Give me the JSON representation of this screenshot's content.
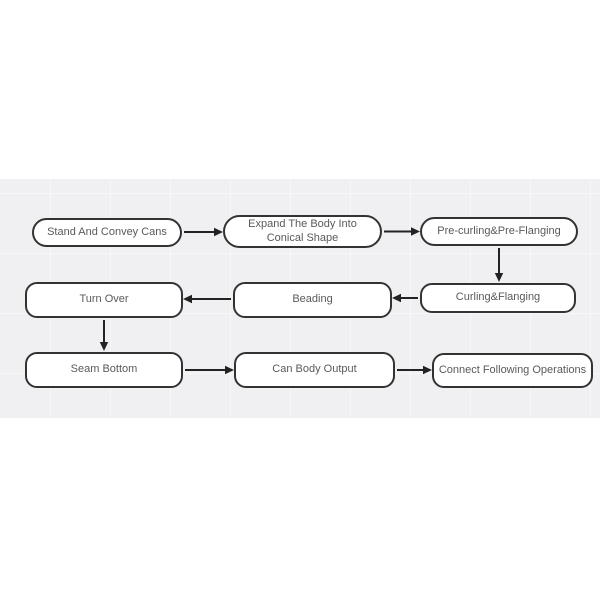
{
  "diagram": {
    "type": "flowchart",
    "nodes": [
      {
        "id": "stand",
        "label": "Stand And Convey Cans",
        "shape": "pill"
      },
      {
        "id": "expand",
        "label": "Expand The Body Into Conical Shape",
        "shape": "pill"
      },
      {
        "id": "precurl",
        "label": "Pre-curling&Pre-Flanging",
        "shape": "pill"
      },
      {
        "id": "turnover",
        "label": "Turn Over",
        "shape": "rounded-rect"
      },
      {
        "id": "beading",
        "label": "Beading",
        "shape": "rounded-rect"
      },
      {
        "id": "curlflange",
        "label": "Curling&Flanging",
        "shape": "rounded-rect"
      },
      {
        "id": "seam",
        "label": "Seam Bottom",
        "shape": "rounded-rect"
      },
      {
        "id": "canbody",
        "label": "Can Body Output",
        "shape": "rounded-rect"
      },
      {
        "id": "connect",
        "label": "Connect Following Operations",
        "shape": "rounded-rect"
      }
    ],
    "edges": [
      {
        "from": "Stand And Convey Cans",
        "to": "Expand The Body Into Conical Shape"
      },
      {
        "from": "Expand The Body Into Conical Shape",
        "to": "Pre-curling&Pre-Flanging"
      },
      {
        "from": "Pre-curling&Pre-Flanging",
        "to": "Curling&Flanging"
      },
      {
        "from": "Curling&Flanging",
        "to": "Beading"
      },
      {
        "from": "Beading",
        "to": "Turn Over"
      },
      {
        "from": "Turn Over",
        "to": "Seam Bottom"
      },
      {
        "from": "Seam Bottom",
        "to": "Can Body Output"
      },
      {
        "from": "Can Body Output",
        "to": "Connect Following Operations"
      }
    ],
    "colors": {
      "page_background": "#ffffff",
      "canvas_band": "#f0f0f2",
      "grid_line": "#f7f7f9",
      "node_fill": "#ffffff",
      "node_border": "#333333",
      "node_text": "#5a5a5a",
      "arrow": "#222222"
    }
  }
}
